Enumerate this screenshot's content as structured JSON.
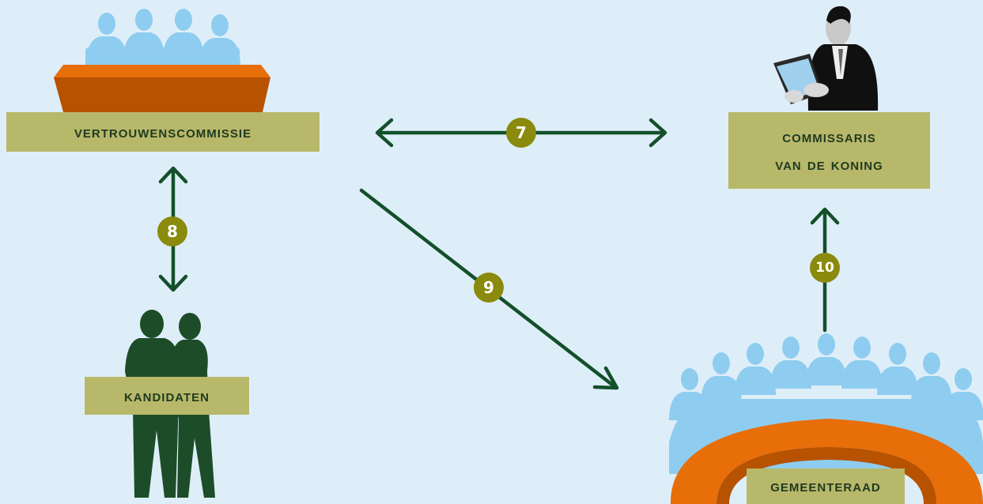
{
  "labels": {
    "vertrouwenscommissie": "Vertrouwenscommissie",
    "commissaris_line1": "Commissaris",
    "commissaris_line2": "van de Koning",
    "kandidaten": "Kandidaten",
    "gemeenteraad": "Gemeenteraad"
  },
  "steps": {
    "s7": "7",
    "s8": "8",
    "s9": "9",
    "s10": "10"
  },
  "colors": {
    "background": "#deeef9",
    "label_fill": "#b8b86b",
    "arrow": "#13502a",
    "badge": "#8a8a0c",
    "people": "#8ecdef",
    "table_orange": "#e86e0a",
    "table_dark": "#b75200",
    "silhouette": "#1d4d28"
  }
}
